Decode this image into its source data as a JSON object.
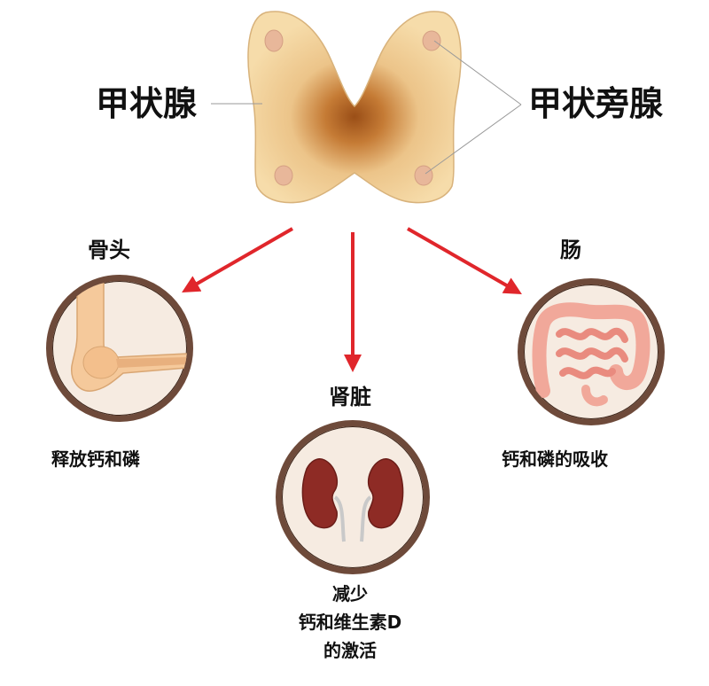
{
  "thyroid": {
    "left_label": "甲状腺",
    "right_label": "甲状旁腺"
  },
  "organs": {
    "bone": {
      "title": "骨头",
      "effect": "释放钙和磷"
    },
    "kidney": {
      "title": "肾脏",
      "effect_lines": [
        "减少",
        "钙和维生素D",
        "的激活"
      ]
    },
    "intestine": {
      "title": "肠",
      "effect": "钙和磷的吸收"
    }
  },
  "colors": {
    "arrow": "#e0262b",
    "thyroid_fill": "#f3d8a6",
    "thyroid_center": "#a55a1c",
    "parathyroid": "#e8b79a",
    "circle_border": "#6e4a3a",
    "kidney": "#8e2b25",
    "bone": "#f5c99b",
    "intestine": "#f0a79a"
  }
}
